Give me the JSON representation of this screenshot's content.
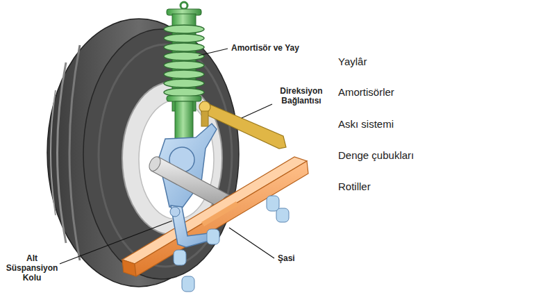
{
  "diagram": {
    "labels": [
      "Amortisör ve Yay",
      "Yaylâr",
      "Amortisörler",
      "Direksiyon Bağlantısı",
      "Askı sistemi",
      "Denge çubukları",
      "Rotiller",
      "Şasi",
      "Alt Süspansiyon Kolu"
    ]
  }
}
